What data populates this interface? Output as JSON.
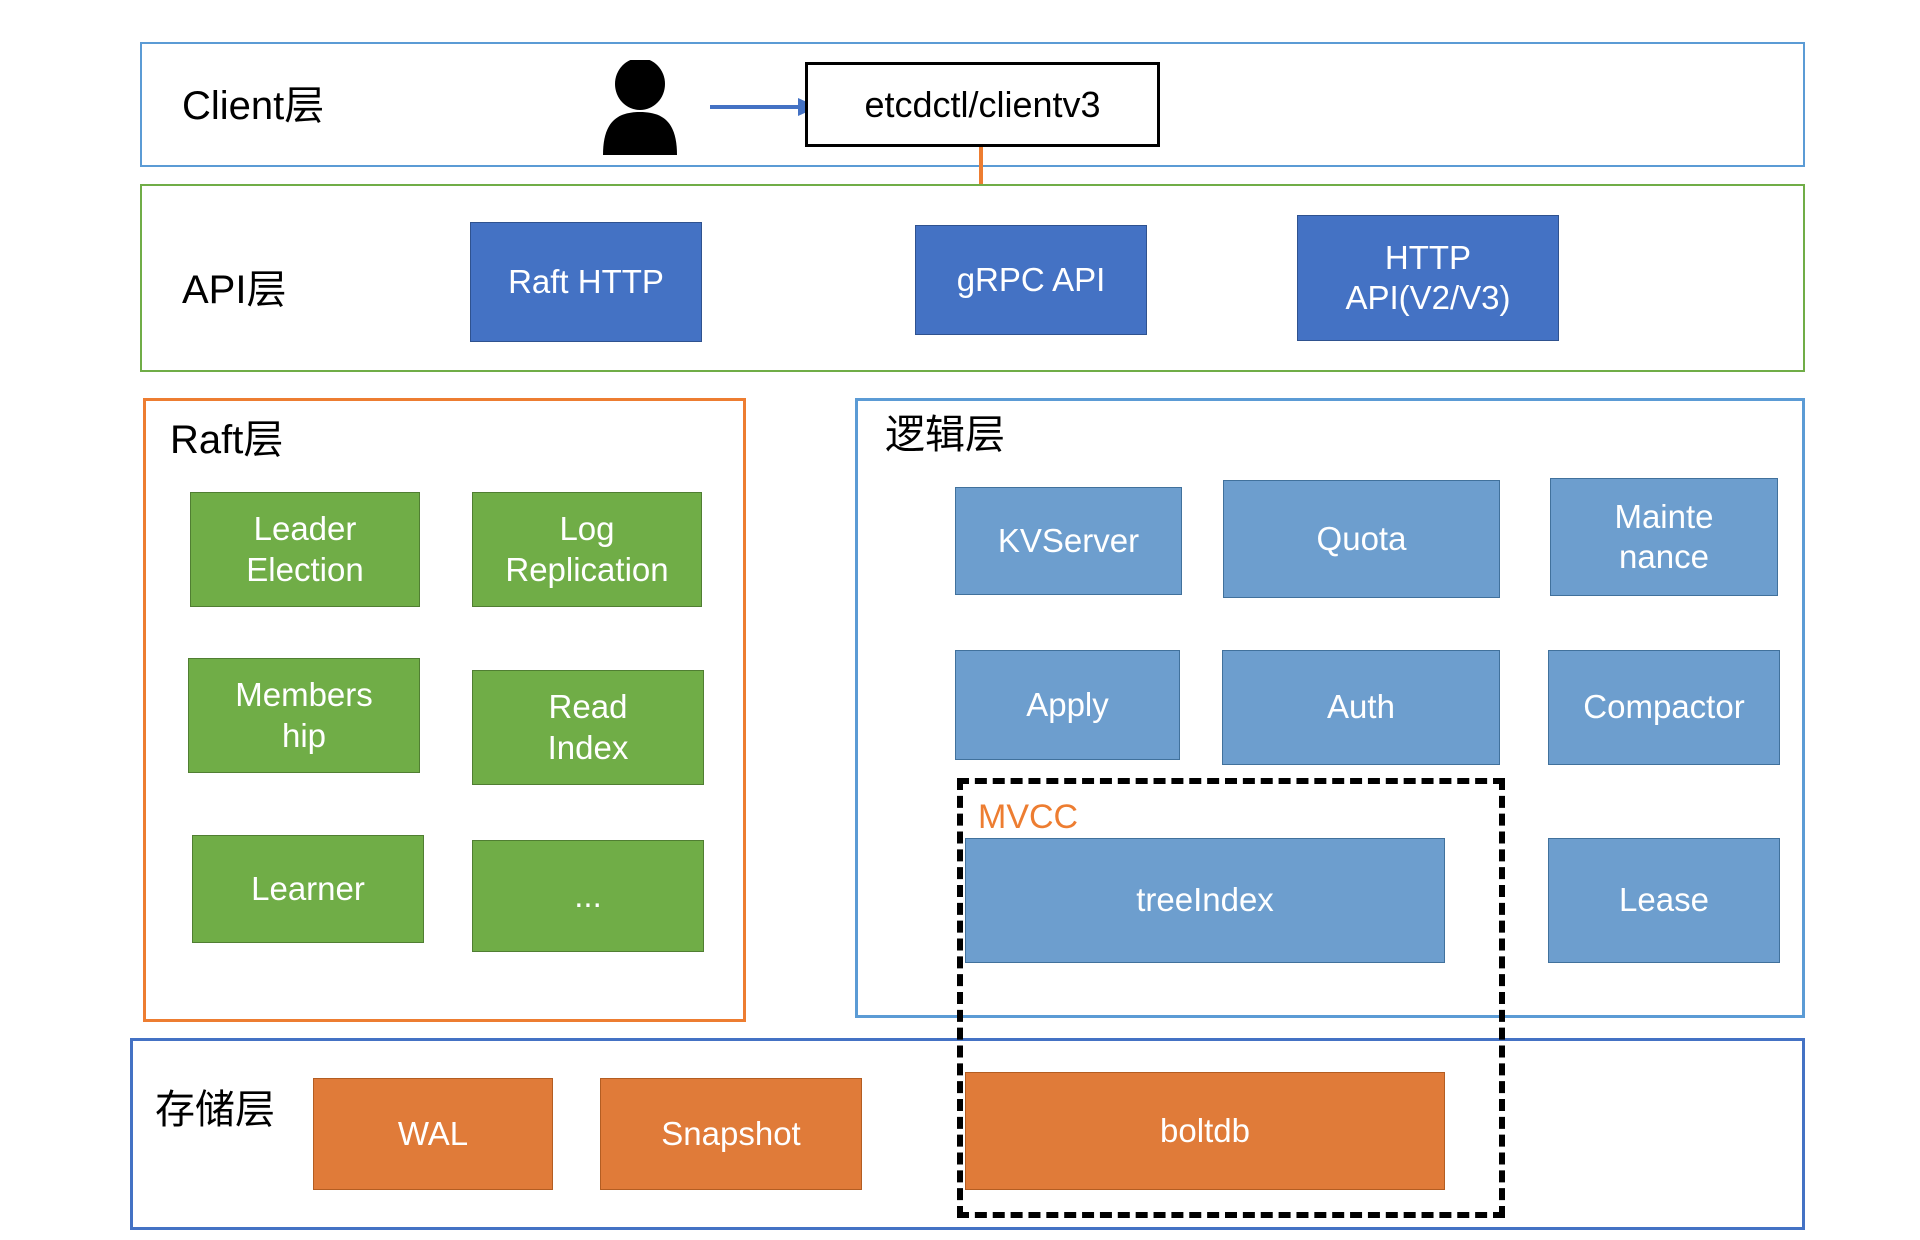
{
  "diagram": {
    "title": "etcd architecture layers",
    "colors": {
      "client_border": "#5B9BD5",
      "api_border": "#70AD47",
      "raft_border": "#ED7D31",
      "logic_border": "#5B9BD5",
      "storage_border": "#4472C4",
      "api_box": "#4472C4",
      "raft_box": "#70AD47",
      "logic_box": "#6D9ECE",
      "storage_box": "#E07B39",
      "mvcc_label": "#ED7D31",
      "client_arrow": "#4472C4",
      "grpc_arrow": "#ED7D31"
    }
  },
  "client_layer": {
    "title": "Client层",
    "actor_icon": "person-icon",
    "arrow_icon": "arrow-right-icon",
    "client_box": {
      "label": "etcdctl/clientv3"
    }
  },
  "api_layer": {
    "title": "API层",
    "down_arrow_icon": "arrow-down-icon",
    "boxes": [
      {
        "label": "Raft HTTP"
      },
      {
        "label": "gRPC API"
      },
      {
        "label": "HTTP\nAPI(V2/V3)"
      }
    ]
  },
  "raft_layer": {
    "title": "Raft层",
    "boxes": [
      {
        "label": "Leader\nElection"
      },
      {
        "label": "Log\nReplication"
      },
      {
        "label": "Members\nhip"
      },
      {
        "label": "Read\nIndex"
      },
      {
        "label": "Learner"
      },
      {
        "label": "..."
      }
    ]
  },
  "logic_layer": {
    "title": "逻辑层",
    "boxes": [
      {
        "label": "KVServer"
      },
      {
        "label": "Quota"
      },
      {
        "label": "Mainte\nnance"
      },
      {
        "label": "Apply"
      },
      {
        "label": "Auth"
      },
      {
        "label": "Compactor"
      },
      {
        "label": "treeIndex"
      },
      {
        "label": "Lease"
      }
    ]
  },
  "mvcc_group": {
    "label": "MVCC",
    "members": [
      "treeIndex",
      "boltdb"
    ]
  },
  "storage_layer": {
    "title": "存储层",
    "boxes": [
      {
        "label": "WAL"
      },
      {
        "label": "Snapshot"
      },
      {
        "label": "boltdb"
      }
    ]
  }
}
